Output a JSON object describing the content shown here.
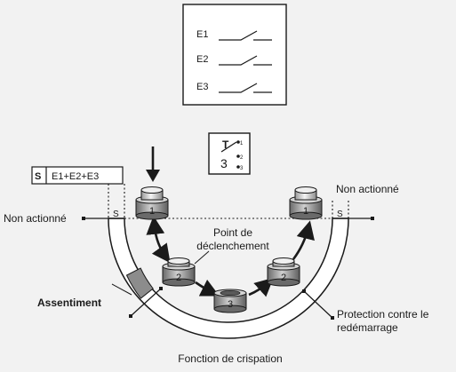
{
  "switch_box": {
    "contacts": [
      "E1",
      "E2",
      "E3"
    ]
  },
  "selector": {
    "symbol": "T",
    "position": "3",
    "positions": [
      "1",
      "2",
      "3"
    ]
  },
  "top_table": {
    "s_label": "S",
    "combination": "E1+E2+E3"
  },
  "labels": {
    "non_actuated_left": "Non actionné",
    "non_actuated_right": "Non actionné",
    "s_left": "S",
    "s_right": "S",
    "trigger_point_line1": "Point de",
    "trigger_point_line2": "déclenchement",
    "assentiment": "Assentiment",
    "restart_protection_line1": "Protection contre le",
    "restart_protection_line2": "redémarrage",
    "crispation": "Fonction de crispation"
  },
  "buttons": [
    {
      "position": "1"
    },
    {
      "position": "2"
    },
    {
      "position": "3"
    },
    {
      "position": "2"
    },
    {
      "position": "1"
    }
  ],
  "colors": {
    "background": "#f2f2f2",
    "line": "#1a1a1a",
    "button_light": "#e0e0e0",
    "button_dark": "#7d7d7d",
    "assent_zone": "#8c8c8c"
  }
}
